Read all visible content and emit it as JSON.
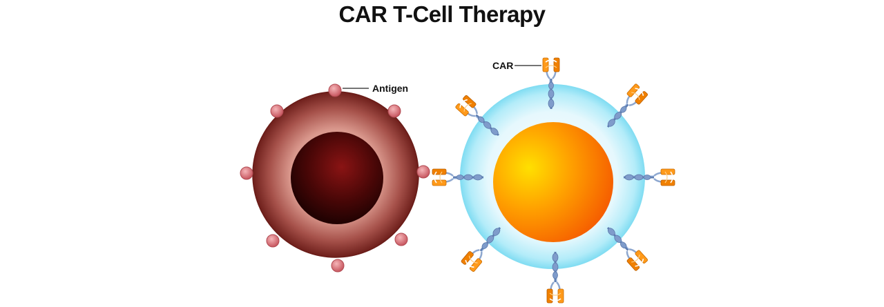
{
  "title": "CAR T-Cell Therapy",
  "labels": {
    "antigen": "Antigen",
    "car": "CAR"
  },
  "colors": {
    "tumor_outer": "#7a2a24",
    "tumor_inner": "#3a0505",
    "antigen": "#d06a70",
    "tcell_halo": "#a9e6f5",
    "tcell_core": "#ff8a00",
    "receptor_stalk": "#7f9ccb",
    "car_head": "#f08a00"
  },
  "icons": {
    "tumor_cell": "cancer-cell-icon",
    "t_cell": "car-t-cell-icon",
    "receptor": "car-receptor-icon",
    "antigen": "antigen-icon"
  }
}
